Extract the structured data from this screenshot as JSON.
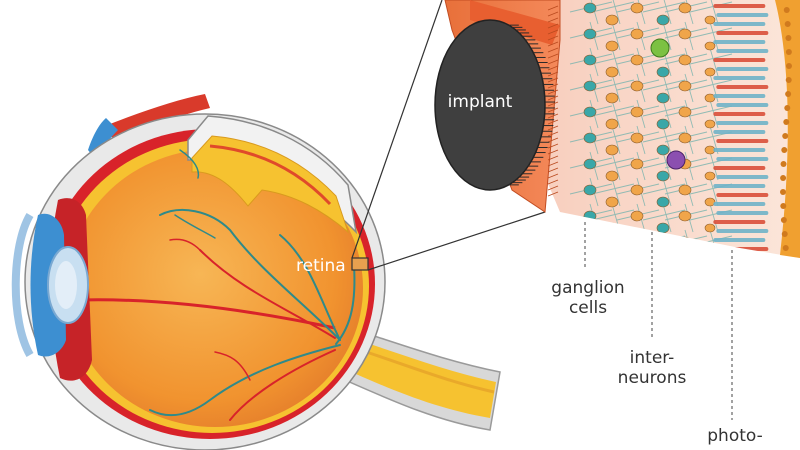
{
  "labels": {
    "retina": "retina",
    "implant": "implant",
    "ganglion_line1": "ganglion",
    "ganglion_line2": "cells",
    "inter_line1": "inter-",
    "inter_line2": "neurons",
    "photo_line1": "photo-"
  },
  "colors": {
    "background": "#ffffff",
    "sclera": "#e9e9e9",
    "choroid": "#d8232a",
    "retina_yellow": "#f6c230",
    "vitreous_orange": "#f1932f",
    "iris_blue": "#3d8fd1",
    "implant_dark": "#3f3f3f",
    "tissue_pink": "#f9d9c9",
    "ganglion_teal": "#3aa7a8",
    "neuron_orange": "#f0a54a",
    "highlight_green": "#7cc142",
    "highlight_purple": "#8b4fb0",
    "label_text": "#333333"
  }
}
